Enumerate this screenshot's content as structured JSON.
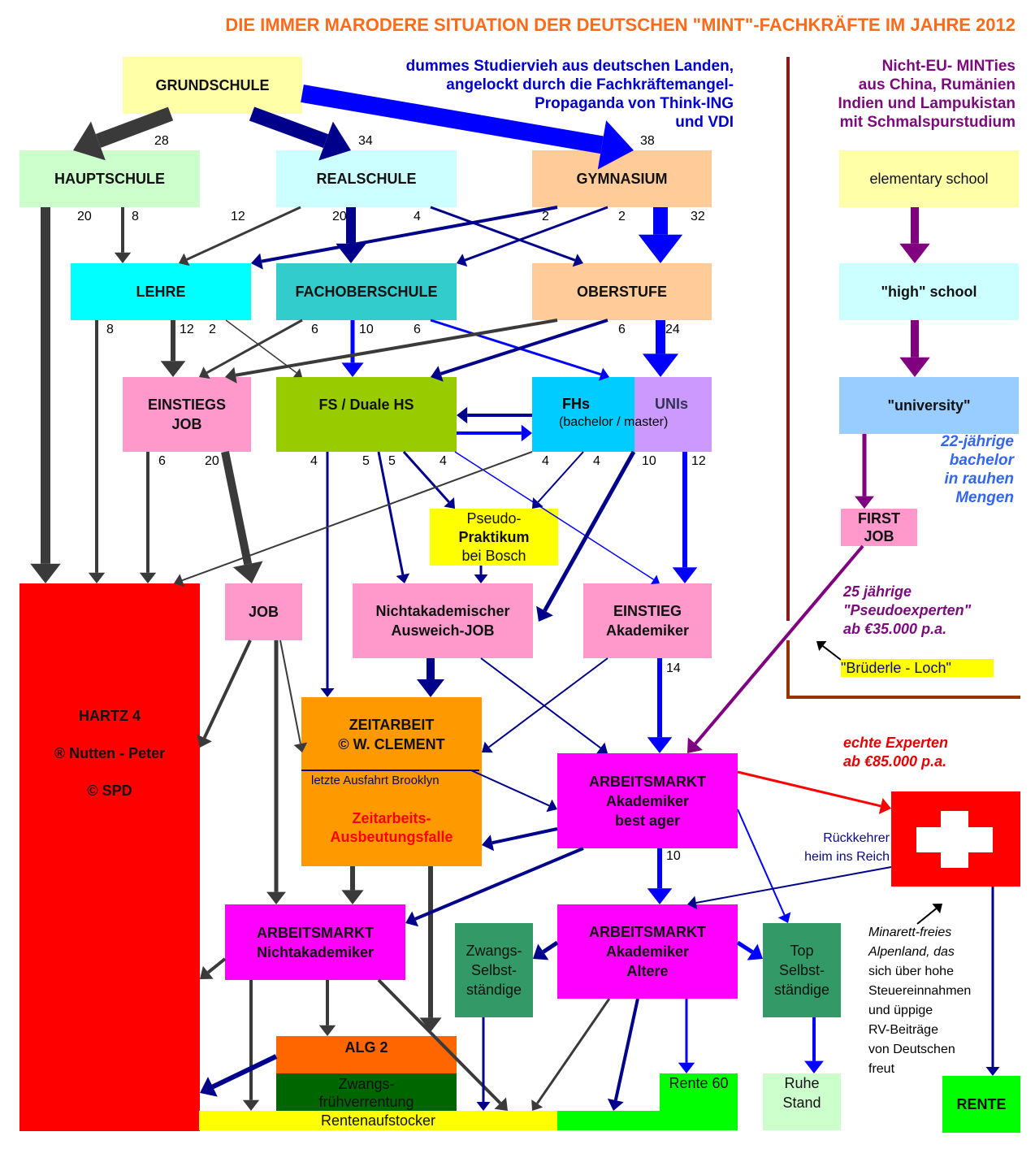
{
  "title": "DIE IMMER MARODERE SITUATION DER DEUTSCHEN \"MINT\"-FACHKRÄFTE IM JAHRE 2012",
  "notes": {
    "german_students": [
      "dummes Studiervieh aus deutschen Landen,",
      "angelockt durch die Fachkräftemangel-",
      "Propaganda von Think-ING",
      "und VDI"
    ],
    "non_eu": [
      "Nicht-EU- MINTies",
      "aus China, Rumänien",
      "Indien und Lampukistan",
      "mit Schmalspurstudium"
    ],
    "bachelor_22": [
      "22-jährige",
      "bachelor",
      "in rauhen",
      "Mengen"
    ],
    "pseudo_experts": [
      "25 jährige",
      "\"Pseudoexperten\"",
      "ab €35.000 p.a."
    ],
    "bruederle_loch": "\"Brüderle - Loch\"",
    "real_experts": [
      "echte Experten",
      "ab €85.000 p.a."
    ],
    "returnees": [
      "Rückkehrer",
      "heim ins Reich"
    ],
    "alpenland": [
      "Minarett-freies",
      "Alpenland, das",
      "sich über hohe",
      "Steuereinnahmen",
      "und üppige",
      "RV-Beiträge",
      "von Deutschen",
      "freut"
    ],
    "brooklyn": "letzte Ausfahrt Brooklyn"
  },
  "boxes": {
    "grundschule": "GRUNDSCHULE",
    "hauptschule": "HAUPTSCHULE",
    "realschule": "REALSCHULE",
    "gymnasium": "GYMNASIUM",
    "lehre": "LEHRE",
    "fachoberschule": "FACHOBERSCHULE",
    "oberstufe": "OBERSTUFE",
    "einstiegsjob": [
      "EINSTIEGS",
      "JOB"
    ],
    "fs_duale": "FS / Duale HS",
    "fhs": "FHs",
    "fhs_sub": "(bachelor / master)",
    "unis": "UNIs",
    "pseudo_praktikum": [
      "Pseudo-",
      "Praktikum",
      "bei Bosch"
    ],
    "hartz4": [
      "HARTZ 4",
      "® Nutten - Peter",
      "© SPD"
    ],
    "job": "JOB",
    "ausweich_job": [
      "Nichtakademischer",
      "Ausweich-JOB"
    ],
    "einstieg_akad": [
      "EINSTIEG",
      "Akademiker"
    ],
    "zeitarbeit": [
      "ZEITARBEIT",
      "© W. CLEMENT"
    ],
    "zeitarbeit_falle": [
      "Zeitarbeits-",
      "Ausbeutungsfalle"
    ],
    "am_best_ager": [
      "ARBEITSMARKT",
      "Akademiker",
      "best ager"
    ],
    "am_nichtakad": [
      "ARBEITSMARKT",
      "Nichtakademiker"
    ],
    "zwangs_selbst": [
      "Zwangs-",
      "Selbst-",
      "ständige"
    ],
    "am_altere": [
      "ARBEITSMARKT",
      "Akademiker",
      "Altere"
    ],
    "top_selbst": [
      "Top",
      "Selbst-",
      "ständige"
    ],
    "alg2": "ALG 2",
    "zwangsfrueh": [
      "Zwangs-",
      "frühverrentung"
    ],
    "rentenaufstocker": "Rentenaufstocker",
    "rente60": "Rente 60",
    "ruhestand": [
      "Ruhe",
      "Stand"
    ],
    "rente": "RENTE",
    "elementary": "elementary school",
    "highschool": "\"high\" school",
    "university": "\"university\"",
    "first_job": [
      "FIRST",
      "JOB"
    ]
  },
  "flow_numbers": {
    "gs_hs": "28",
    "gs_rs": "34",
    "gs_gym": "38",
    "hs_hartz": "20",
    "hs_lehre": "8",
    "rs_lehre": "12",
    "rs_fos": "20",
    "rs_ob": "4",
    "gym_lehre": "2",
    "gym_fos": "2",
    "gym_ob": "32",
    "lehre_hartz": "8",
    "lehre_ej": "12",
    "lehre_fs": "2",
    "fos_ej": "6",
    "fos_fs": "10",
    "fos_fh": "6",
    "ob_fs": "6",
    "ob_uni": "24",
    "ej_hartz": "6",
    "ej_job": "20",
    "fs_zeit": "4",
    "fs_aus1": "5",
    "fs_aus2": "5",
    "fs_prak": "4",
    "fh_hartz": "4",
    "fh_prak": "4",
    "uni_aus": "10",
    "uni_einst": "12",
    "einst_am": "14",
    "am_alt": "10"
  },
  "colors": {
    "title": "#ff6b1a",
    "blue_note": "#0000cc",
    "purple_note": "#7b0a7b",
    "bachelor_note": "#3366ee",
    "experts_note": "#e60000",
    "dark_arrow": "#3a3a3a",
    "navy_arrow": "#00008b",
    "blue_arrow": "#0000ff",
    "purple_arrow": "#800080",
    "red_arrow": "#ff0000",
    "divider": "#8b1a1a"
  }
}
